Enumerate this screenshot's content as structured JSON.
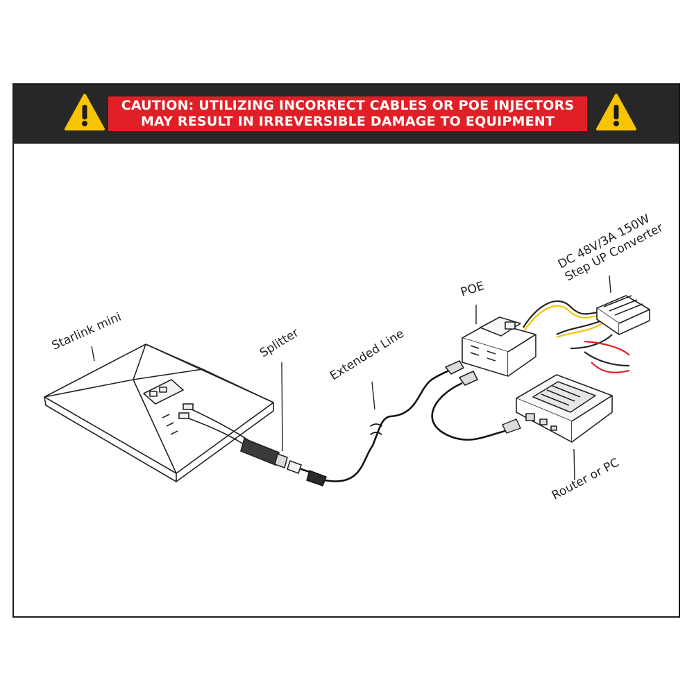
{
  "banner": {
    "line1": "CAUTION: UTILIZING INCORRECT CABLES OR POE INJECTORS",
    "line2": "MAY RESULT IN IRREVERSIBLE DAMAGE TO EQUIPMENT",
    "icon_left": "warning-triangle-icon",
    "icon_right": "warning-triangle-icon"
  },
  "labels": {
    "starlink": "Starlink mini",
    "splitter": "Splitter",
    "extended_line": "Extended Line",
    "poe": "POE",
    "converter_line1": "DC 48V/3A 150W",
    "converter_line2": "Step UP Converter",
    "router": "Router or PC"
  },
  "colors": {
    "banner_bg": "#272727",
    "caution_red": "#e01f26",
    "warning_yellow": "#f6c400",
    "wire_yellow": "#f3c300",
    "wire_red": "#e01f26"
  }
}
